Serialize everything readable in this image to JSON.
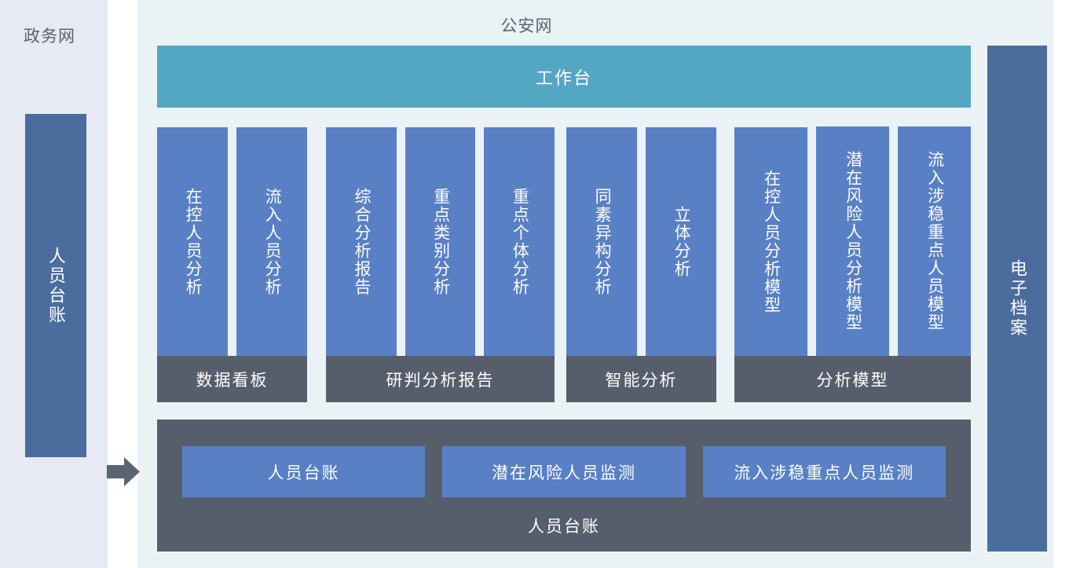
{
  "zones": {
    "government_network": {
      "title": "政务网",
      "ledger_panel": "人员台账",
      "arrow_icon": "arrow-right-icon"
    },
    "police_network": {
      "title": "公安网",
      "archive_panel": "电子档案"
    }
  },
  "workbench": {
    "label": "工作台"
  },
  "groups": [
    {
      "bar_label": "数据看板",
      "cards": [
        "在控人员分析",
        "流入人员分析"
      ]
    },
    {
      "bar_label": "研判分析报告",
      "cards": [
        "综合分析报告",
        "重点类别分析",
        "重点个体分析"
      ]
    },
    {
      "bar_label": "智能分析",
      "cards": [
        "同素异构分析",
        "立体分析"
      ]
    },
    {
      "bar_label": "分析模型",
      "cards": [
        "在控人员分析模型",
        "潜在风险人员分析模型",
        "流入涉稳重点人员模型"
      ]
    }
  ],
  "bottom_panel": {
    "buttons": [
      "人员台账",
      "潜在风险人员监测",
      "流入涉稳重点人员监测"
    ],
    "label": "人员台账"
  },
  "colors": {
    "accent_teal": "#53a6c4",
    "card_blue": "#5980c4",
    "panel_blue": "#4a6d9e",
    "bar_gray": "#575e6b",
    "bg_policenet": "#ebf2f6",
    "bg_govnet": "#e7eaf2"
  }
}
